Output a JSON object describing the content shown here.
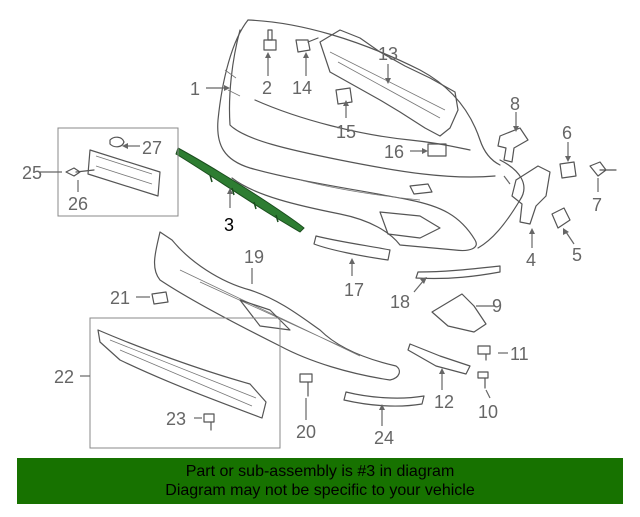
{
  "diagram": {
    "labels": {
      "p1": "1",
      "p2": "2",
      "p3": "3",
      "p4": "4",
      "p5": "5",
      "p6": "6",
      "p7": "7",
      "p8": "8",
      "p9": "9",
      "p10": "10",
      "p11": "11",
      "p12": "12",
      "p13": "13",
      "p14": "14",
      "p15": "15",
      "p16": "16",
      "p17": "17",
      "p18": "18",
      "p19": "19",
      "p20": "20",
      "p21": "21",
      "p22": "22",
      "p23": "23",
      "p24": "24",
      "p25": "25",
      "p26": "26",
      "p27": "27"
    },
    "highlight_part": "3",
    "highlight_color": "#2e7d32",
    "line_color": "#555555"
  },
  "banner": {
    "line1": "Part or sub-assembly is #3 in diagram",
    "line2": "Diagram may not be specific to your vehicle",
    "background": "#177200"
  }
}
